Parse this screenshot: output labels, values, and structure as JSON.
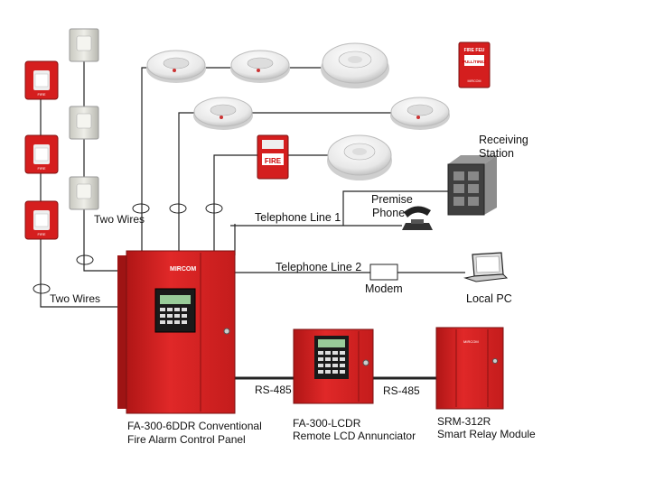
{
  "labels": {
    "two_wires_upper": "Two Wires",
    "two_wires_lower": "Two Wires",
    "telephone_line_1": "Telephone Line 1",
    "telephone_line_2": "Telephone Line 2",
    "premise_phone_line1": "Premise",
    "premise_phone_line2": "Phone",
    "receiving_station_line1": "Receiving",
    "receiving_station_line2": "Station",
    "modem": "Modem",
    "local_pc": "Local PC",
    "rs485_left": "RS-485",
    "rs485_right": "RS-485"
  },
  "devices": {
    "main_panel": {
      "caption_line1": "FA-300-6DDR Conventional",
      "caption_line2": "Fire Alarm Control Panel",
      "brand": "MIRCOM"
    },
    "annunciator": {
      "caption_line1": "FA-300-LCDR",
      "caption_line2": "Remote LCD Annunciator"
    },
    "relay_module": {
      "caption_line1": "SRM-312R",
      "caption_line2": "Smart Relay Module",
      "brand": "MIRCOM"
    },
    "pull_station_top": {
      "text_top": "FIRE FEU",
      "text_bottom": "PULL/TIREZ",
      "brand": "MIRCOM"
    },
    "pull_station_mid": {
      "text": "FIRE"
    }
  },
  "colors": {
    "panel_red": "#d42020",
    "panel_dark_red": "#9e1414",
    "wire": "#222222",
    "detector_white": "#f2f2f2"
  }
}
